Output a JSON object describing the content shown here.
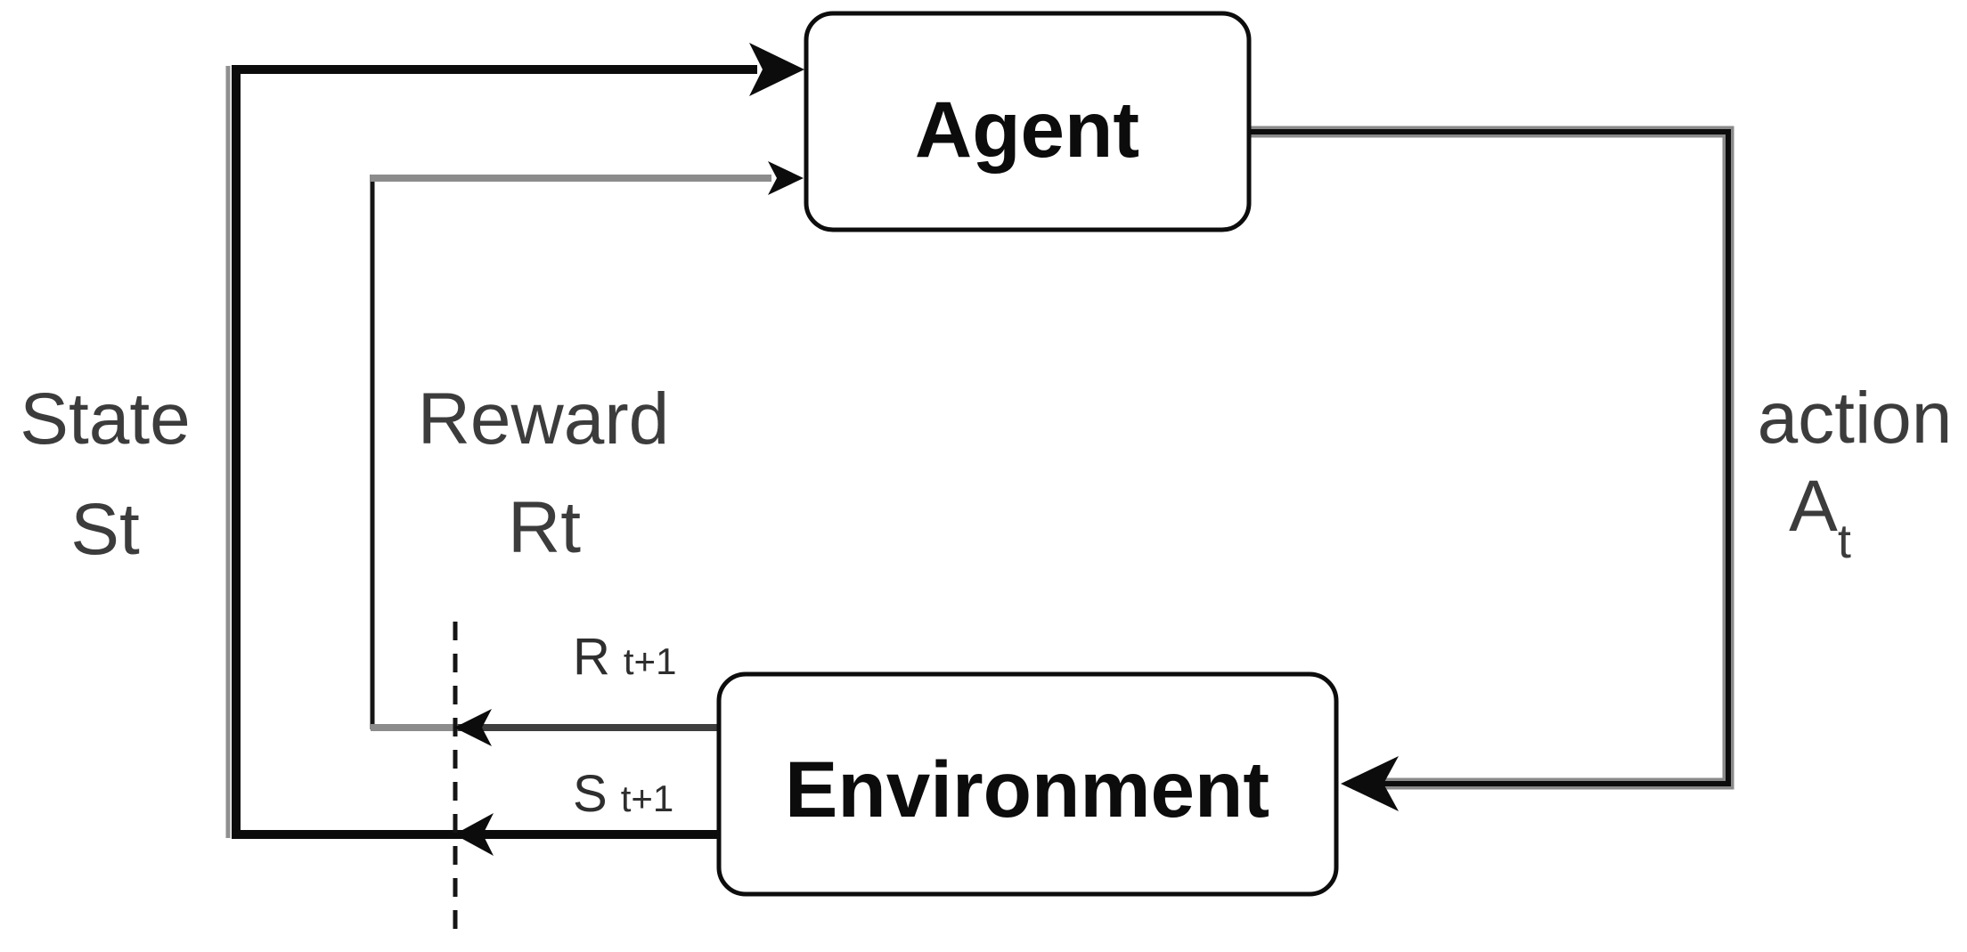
{
  "nodes": {
    "agent": "Agent",
    "environment": "Environment"
  },
  "labels": {
    "state": {
      "line1": "State",
      "line2": "St"
    },
    "reward": {
      "line1": "Reward",
      "line2": "Rt"
    },
    "action": {
      "line1": "action",
      "symbol_base": "A",
      "symbol_sub": "t"
    },
    "reward_next": {
      "base": "R",
      "sub": "t+1"
    },
    "state_next": {
      "base": "S",
      "sub": "t+1"
    }
  },
  "colors": {
    "background": "#ffffff",
    "box_fill": "#ffffff",
    "box_border": "#0d0d0d",
    "line_black": "#0c0c0c",
    "line_gray": "#8c8c8c",
    "line_dark_gray": "#3e3e3e",
    "side_label_text": "#3c3c3c",
    "node_text": "#0c0c0c"
  }
}
